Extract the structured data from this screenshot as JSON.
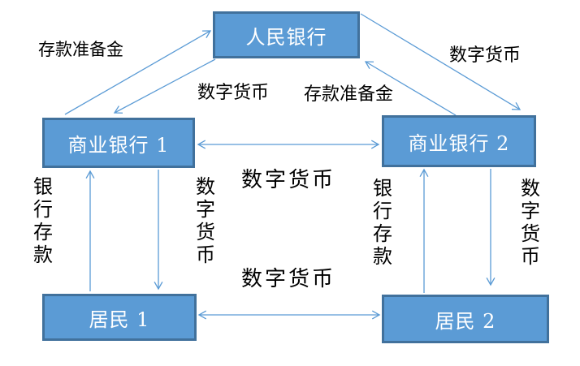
{
  "diagram": {
    "nodes": {
      "people_bank": {
        "label": "人民银行"
      },
      "commercial_bank_1": {
        "label": "商业银行 1"
      },
      "commercial_bank_2": {
        "label": "商业银行 2"
      },
      "resident_1": {
        "label": "居民 1"
      },
      "resident_2": {
        "label": "居民 2"
      }
    },
    "edge_labels": {
      "reserve_left": "存款准备金",
      "digital_currency_upper_left": "数字货币",
      "reserve_center": "存款准备金",
      "digital_currency_upper_right": "数字货币",
      "digital_currency_mid": "数字货币",
      "digital_currency_bottom": "数字货币",
      "bank_deposit_vert_left": "银行存款",
      "digital_currency_vert_left": "数字货币",
      "bank_deposit_vert_right": "银行存款",
      "digital_currency_vert_right": "数字货币"
    },
    "colors": {
      "node_fill": "#5B9BD5",
      "node_border": "#41719C",
      "arrow": "#5B9BD5",
      "label_text": "#000000",
      "node_text": "#FFFFFF"
    }
  }
}
